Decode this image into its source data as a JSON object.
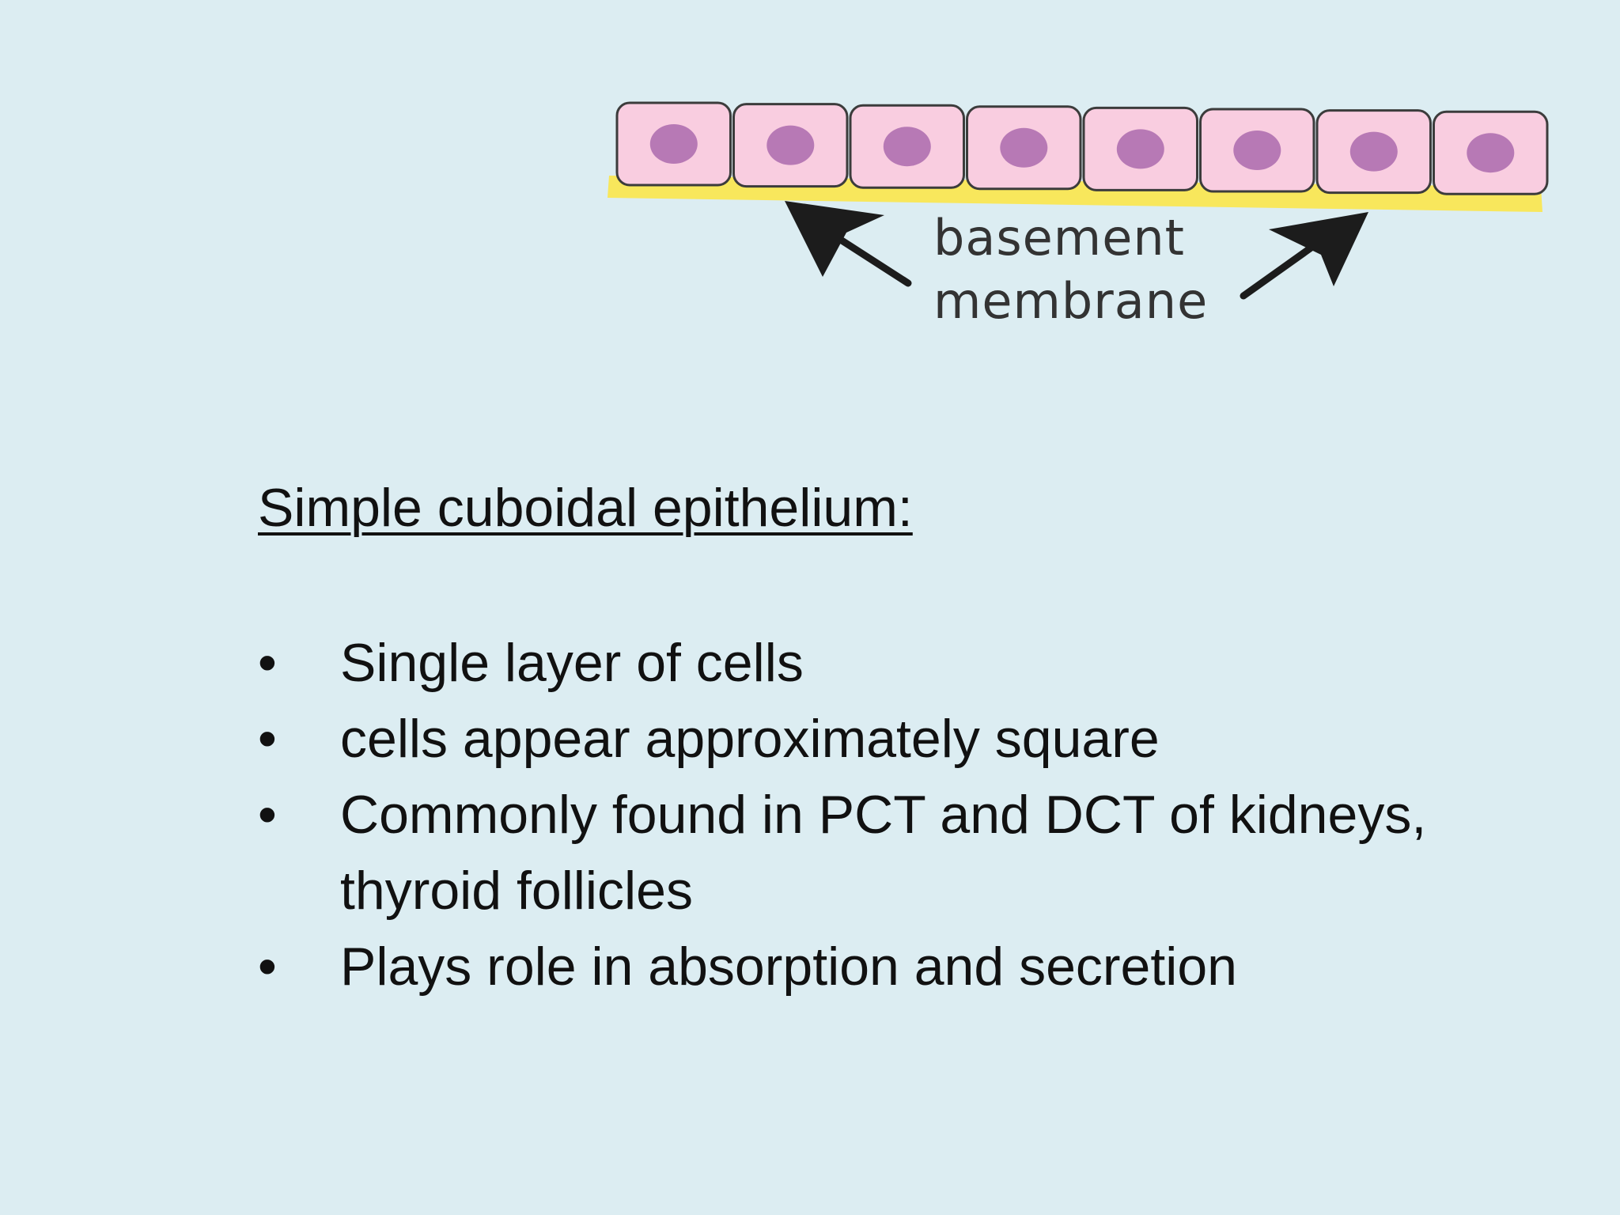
{
  "colors": {
    "background": "#dcedf2",
    "cell_fill": "#f9cde0",
    "cell_outline": "#3c3c3c",
    "nucleus": "#b779b5",
    "basement_membrane": "#f8e75c",
    "arrow": "#1c1c1c",
    "label_text": "#333333",
    "body_text": "#111111"
  },
  "diagram": {
    "label_line1": "basement",
    "label_line2": "membrane",
    "cell_count": 8,
    "icons": [
      "cuboidal-cell",
      "nucleus",
      "left-arrow-icon",
      "right-arrow-icon"
    ]
  },
  "content": {
    "heading": "Simple cuboidal epithelium:",
    "bullet_symbol": "•",
    "bullets": [
      "Single layer of cells",
      "cells appear approximately square",
      "Commonly found in PCT and DCT of kidneys, thyroid follicles",
      "Plays role in absorption and secretion"
    ]
  }
}
